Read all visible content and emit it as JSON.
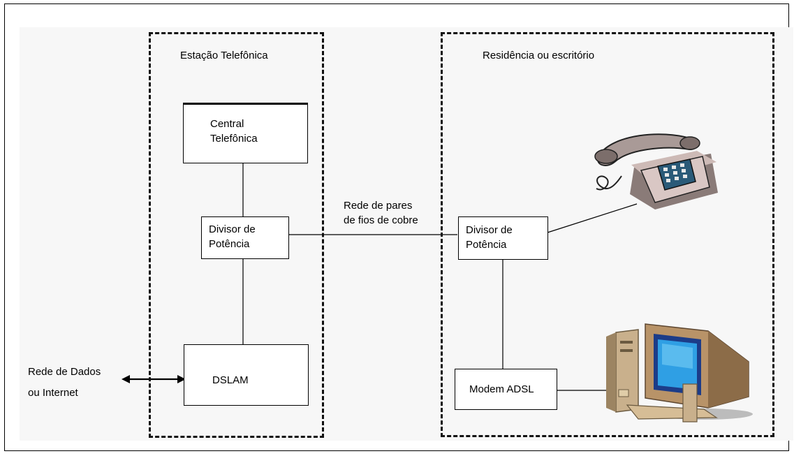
{
  "diagram": {
    "central_office": {
      "title": "Estação Telefônica"
    },
    "customer_premises": {
      "title": "Residência ou escritório"
    },
    "nodes": {
      "central_switch": {
        "line1": "Central",
        "line2": "Telefônica"
      },
      "co_splitter": {
        "line1": "Divisor de",
        "line2": "Potência"
      },
      "dslam": {
        "label": "DSLAM"
      },
      "home_splitter": {
        "line1": "Divisor de",
        "line2": "Potência"
      },
      "modem": {
        "label": "Modem ADSL"
      }
    },
    "copper_network": {
      "line1": "Rede de pares",
      "line2": "de fios de cobre"
    },
    "data_network": {
      "line1": "Rede de Dados",
      "line2": "ou Internet"
    },
    "icons": [
      "telephone-icon",
      "computer-icon"
    ]
  }
}
